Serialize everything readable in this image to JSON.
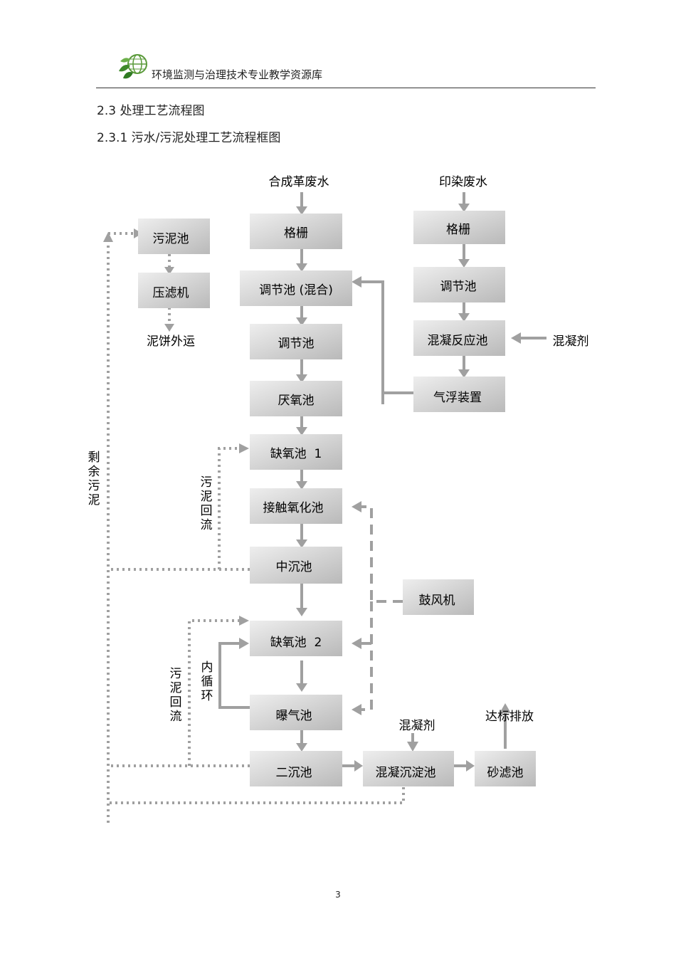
{
  "header": {
    "title": "环境监测与治理技术专业教学资源库"
  },
  "section": {
    "title": "2.3 处理工艺流程图",
    "subtitle": "2.3.1 污水/污泥处理工艺流程框图"
  },
  "diagram": {
    "inputs": {
      "synthetic_leather": "合成革废水",
      "dyeing": "印染废水"
    },
    "boxes": {
      "grille_left": "格栅",
      "mix_tank": "调节池 (混合)",
      "adjust_left": "调节池",
      "anaerobic": "厌氧池",
      "anoxic1": "缺氧池  1",
      "contact_ox": "接触氧化池",
      "mid_settle": "中沉池",
      "anoxic2": "缺氧池  2",
      "aeration": "曝气池",
      "secondary": "二沉池",
      "coag_settle": "混凝沉淀池",
      "sand_filter": "砂滤池",
      "grille_right": "格栅",
      "adjust_right": "调节池",
      "coag_react": "混凝反应池",
      "flotation": "气浮装置",
      "sludge_tank": "污泥池",
      "filter_press": "压滤机",
      "blower": "鼓风机"
    },
    "labels": {
      "cake_out": "泥饼外运",
      "coagulant_right": "混凝剂",
      "coagulant_bottom": "混凝剂",
      "discharge": "达标排放",
      "excess_sludge": [
        "剩",
        "余",
        "污",
        "泥"
      ],
      "return1": [
        "污",
        "泥",
        "回",
        "流"
      ],
      "return2": [
        "污",
        "泥",
        "回",
        "流"
      ],
      "inner_loop": [
        "内",
        "循",
        "环"
      ]
    }
  },
  "page": {
    "number": "3"
  }
}
